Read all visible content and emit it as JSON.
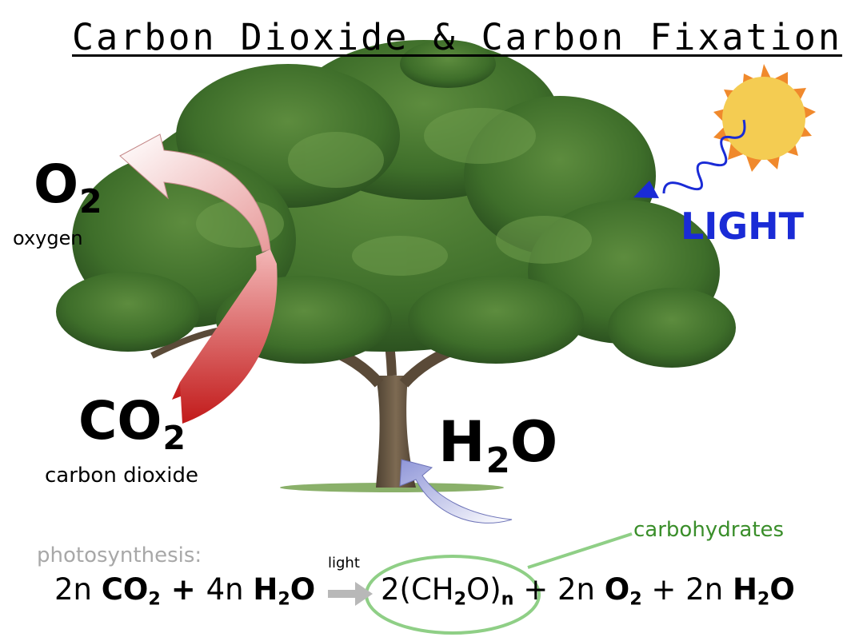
{
  "title": "Carbon Dioxide & Carbon Fixation",
  "labels": {
    "o2": {
      "base": "O",
      "sub": "2",
      "caption": "oxygen"
    },
    "co2": {
      "base": "CO",
      "sub": "2",
      "caption": "carbon dioxide"
    },
    "h2o": {
      "pre": "H",
      "sub": "2",
      "post": "O"
    },
    "light": "LIGHT"
  },
  "equation": {
    "label": "photosynthesis:",
    "arrow_label": "light",
    "carbo_label": "carbohydrates",
    "lhs_a_coef": "2n ",
    "lhs_a": "CO",
    "lhs_a_sub": "2",
    "plus1": " + ",
    "lhs_b_coef": "4n ",
    "lhs_b_pre": "H",
    "lhs_b_sub": "2",
    "lhs_b_post": "O",
    "rhs_a": "2(CH",
    "rhs_a_sub": "2",
    "rhs_a_mid": "O)",
    "rhs_a_n": "n",
    "plus2": " + 2n ",
    "rhs_b": "O",
    "rhs_b_sub": "2",
    "plus3": " + 2n ",
    "rhs_c_pre": "H",
    "rhs_c_sub": "2",
    "rhs_c_post": "O"
  },
  "colors": {
    "light_text": "#1a2bd6",
    "carbohydrates": "#3a8e2a",
    "ellipse": "#8fcf86",
    "co2_arrow": "#c42020",
    "o2_arrow": "#f4c8c8",
    "h2o_arrow": "#a7acdf",
    "light_wave": "#1a2bd6",
    "sun": "#f4cc52",
    "sun_rays": "#f0892c",
    "foliage": "#3e6e2a",
    "trunk": "#6b5a45"
  }
}
